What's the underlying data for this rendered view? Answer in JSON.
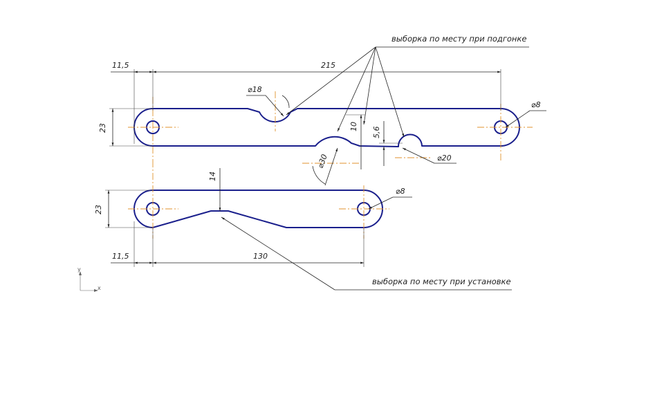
{
  "notes": {
    "top": "выборка по месту при подгонке",
    "bottom": "выборка по месту при установке"
  },
  "dims": {
    "top_offset": "11,5",
    "top_length": "215",
    "top_height": "23",
    "cut_d18": "⌀18",
    "hole_d8_top": "⌀8",
    "depth_10": "10",
    "depth_5_6": "5,6",
    "cut_d30": "⌀30",
    "cut_d20": "⌀20",
    "bottom_depth": "14",
    "bottom_height": "23",
    "hole_d8_bottom": "⌀8",
    "bottom_offset": "11,5",
    "bottom_length": "130"
  },
  "axes": {
    "x": "x",
    "y": "y"
  },
  "colors": {
    "part": "#1a1f8c",
    "centerline": "#e0922c",
    "dimension": "#222222"
  }
}
